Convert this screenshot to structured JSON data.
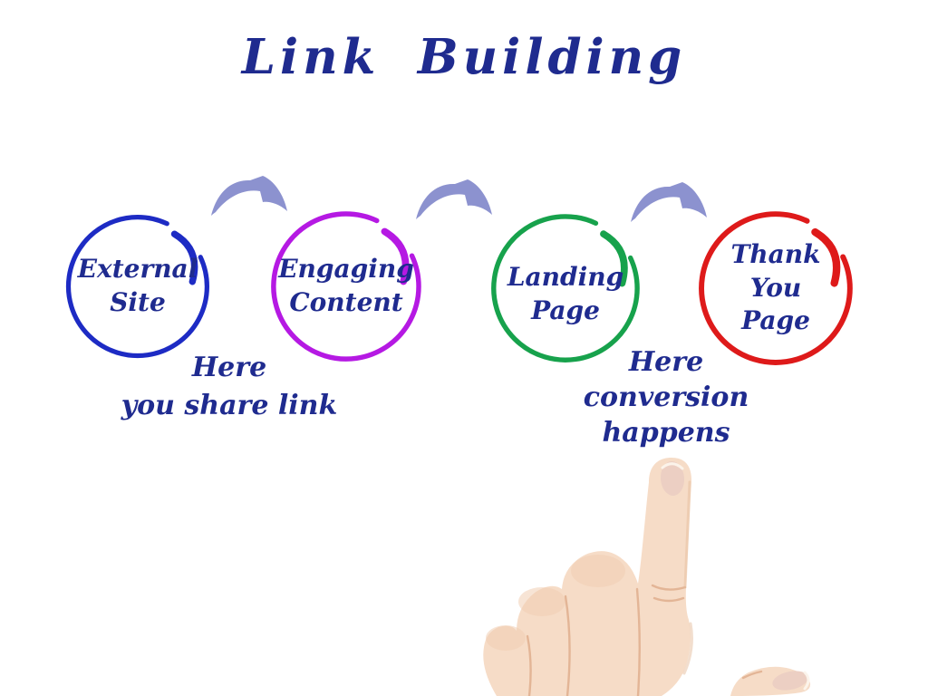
{
  "title": "Link Building",
  "text_color": "#1f2b8f",
  "arrow_color": "#8c92cf",
  "nodes": [
    {
      "line1": "External",
      "line2": "Site",
      "color": "#1d2bc4"
    },
    {
      "line1": "Engaging",
      "line2": "Content",
      "color": "#b519e3"
    },
    {
      "line1": "Landing",
      "line2": "Page",
      "color": "#17a24c"
    },
    {
      "line1": "Thank",
      "line2": "You",
      "line3": "Page",
      "color": "#de1a1a"
    }
  ],
  "annotations": [
    {
      "line1": "Here",
      "line2": "you share link"
    },
    {
      "line1": "Here",
      "line2": "conversion",
      "line3": "happens"
    }
  ],
  "hand": {
    "skin_color": "#f6dcc7",
    "crease_color": "#dfae8d",
    "nail_color": "#eccfc3"
  }
}
